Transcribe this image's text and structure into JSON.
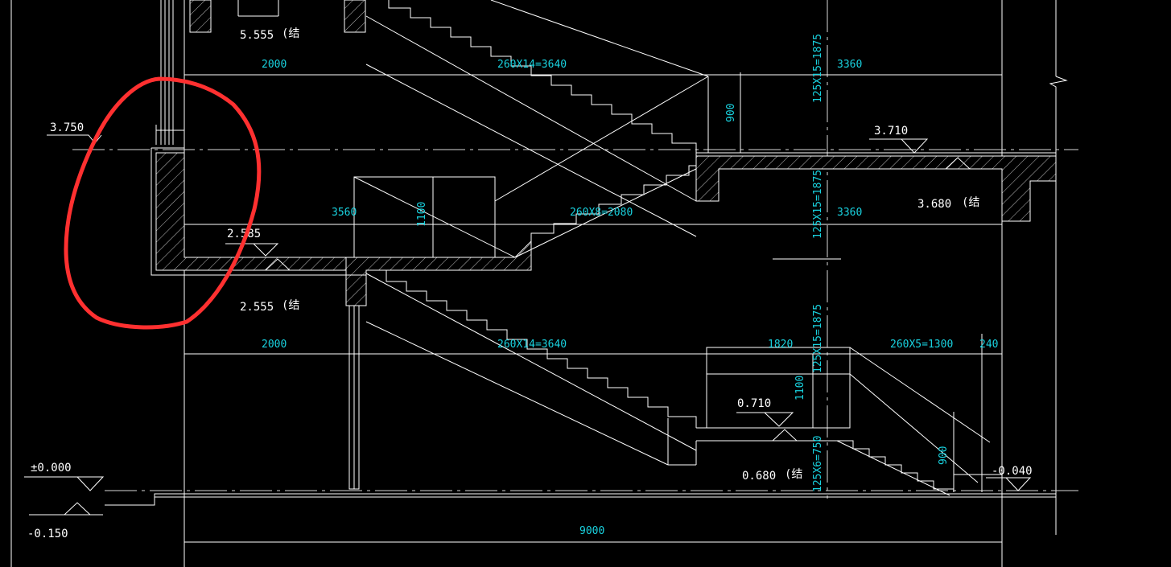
{
  "drawing": {
    "top_elev": {
      "value": "5.555",
      "note": "(结"
    },
    "mid_elev": {
      "value": "2.555",
      "note": "(结"
    },
    "upper_landing_left": {
      "value": "3.750"
    },
    "upper_landing_right_top": {
      "value": "3.710"
    },
    "upper_landing_right_bottom": {
      "value": "3.680",
      "note": "(结"
    },
    "mid_landing": {
      "value": "2.585"
    },
    "lower_landing_top": {
      "value": "0.710"
    },
    "lower_landing_bottom": {
      "value": "0.680",
      "note": "(结"
    },
    "ground_elev": {
      "value": "±0.000"
    },
    "ground_below": {
      "value": "-0.150"
    },
    "right_ground": {
      "value": "-0.040"
    }
  },
  "dimensions": {
    "top_left": "2000",
    "top_flight": "260X14=3640",
    "top_right": "3360",
    "top_vertical": "125X15=1875",
    "height_900_top": "900",
    "mid_left": "3560",
    "mid_1100": "1100",
    "mid_flight": "260X8=2080",
    "mid_right": "3360",
    "mid_vertical": "125X15=1875",
    "low_left": "2000",
    "low_flight": "260X14=3640",
    "low_1820": "1820",
    "low_vertical": "125X15=1875",
    "low_flight2": "260X5=1300",
    "low_240": "240",
    "low_1100": "1100",
    "low_vertical2": "125X6=750",
    "height_900_low": "900",
    "total": "9000"
  },
  "markup": {
    "color": "#ff3030",
    "shape": "freehand circle around left wall section"
  },
  "colors": {
    "background": "#000000",
    "lines": "#ffffff",
    "dimension_text": "#19d3e0"
  }
}
